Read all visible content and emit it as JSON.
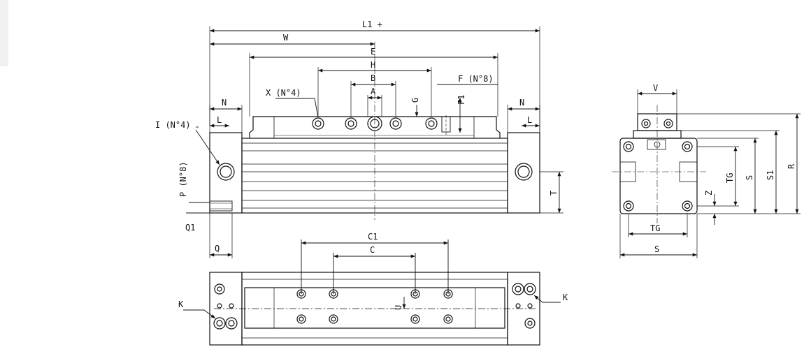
{
  "labels": {
    "L1": "L1 +",
    "W": "W",
    "E": "E",
    "H": "H",
    "B": "B",
    "A": "A",
    "F": "F (N°8)",
    "X": "X (N°4)",
    "G": "G",
    "F1": "F1",
    "N_left": "N",
    "L_left": "L",
    "N_right": "N",
    "L_right": "L",
    "I": "I (N°4)",
    "P": "P (N°8)",
    "Q1": "Q1",
    "Q": "Q",
    "T": "T",
    "C1": "C1",
    "C": "C",
    "U": "U",
    "K_left": "K",
    "K_right": "K",
    "V": "V",
    "TG_vert": "TG",
    "S_vert": "S",
    "S1": "S1",
    "R": "R",
    "Z": "Z",
    "TG_horiz": "TG",
    "S_horiz": "S"
  },
  "colors": {
    "line": "#111111",
    "background": "#ffffff",
    "sidebar": "#f0f0f2"
  }
}
